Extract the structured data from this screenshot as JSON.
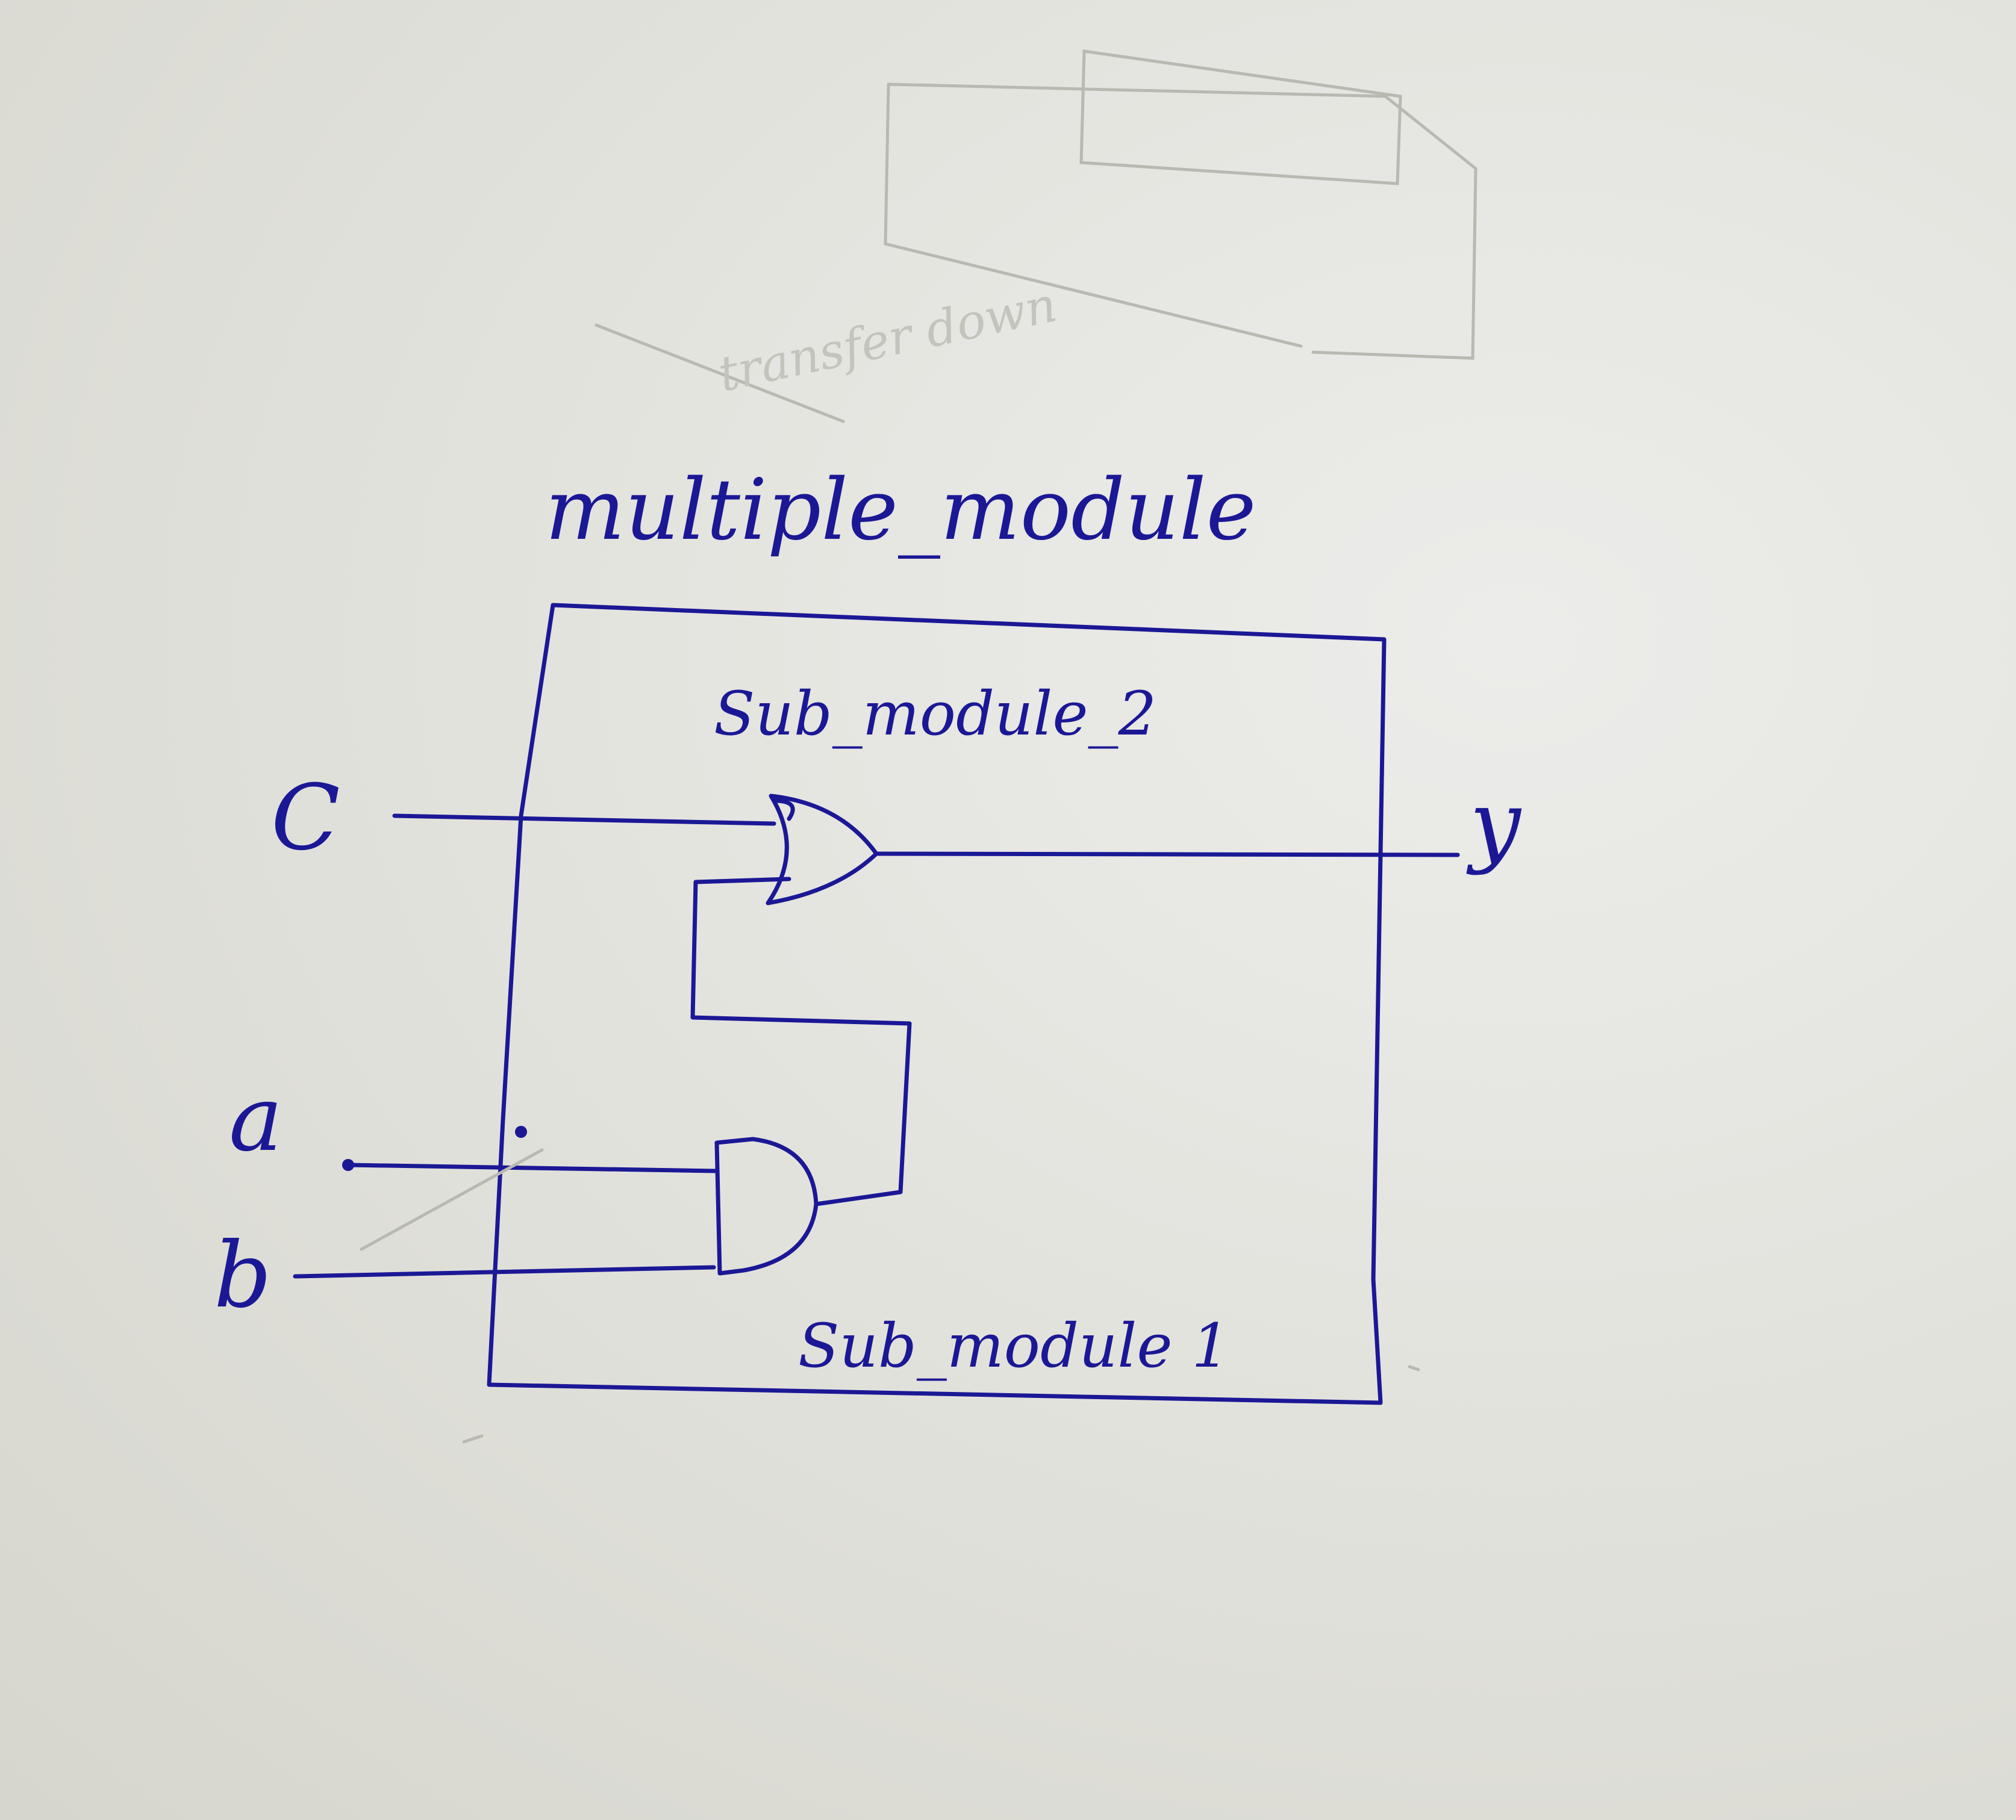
{
  "diagram": {
    "title": "multiple_module",
    "outer_module_label": "Sub_module 1",
    "inner_module_label": "Sub_module_2",
    "inputs": {
      "c": "C",
      "a": "a",
      "b": "b"
    },
    "output": {
      "y": "y"
    },
    "gates": [
      {
        "name": "and-gate",
        "inputs": [
          "a",
          "b"
        ]
      },
      {
        "name": "or-gate",
        "inputs": [
          "C",
          "and-gate output"
        ],
        "output": "y"
      }
    ],
    "ink_color": "#1b1896"
  },
  "background_sketch": {
    "faded_text": "transfer down"
  }
}
